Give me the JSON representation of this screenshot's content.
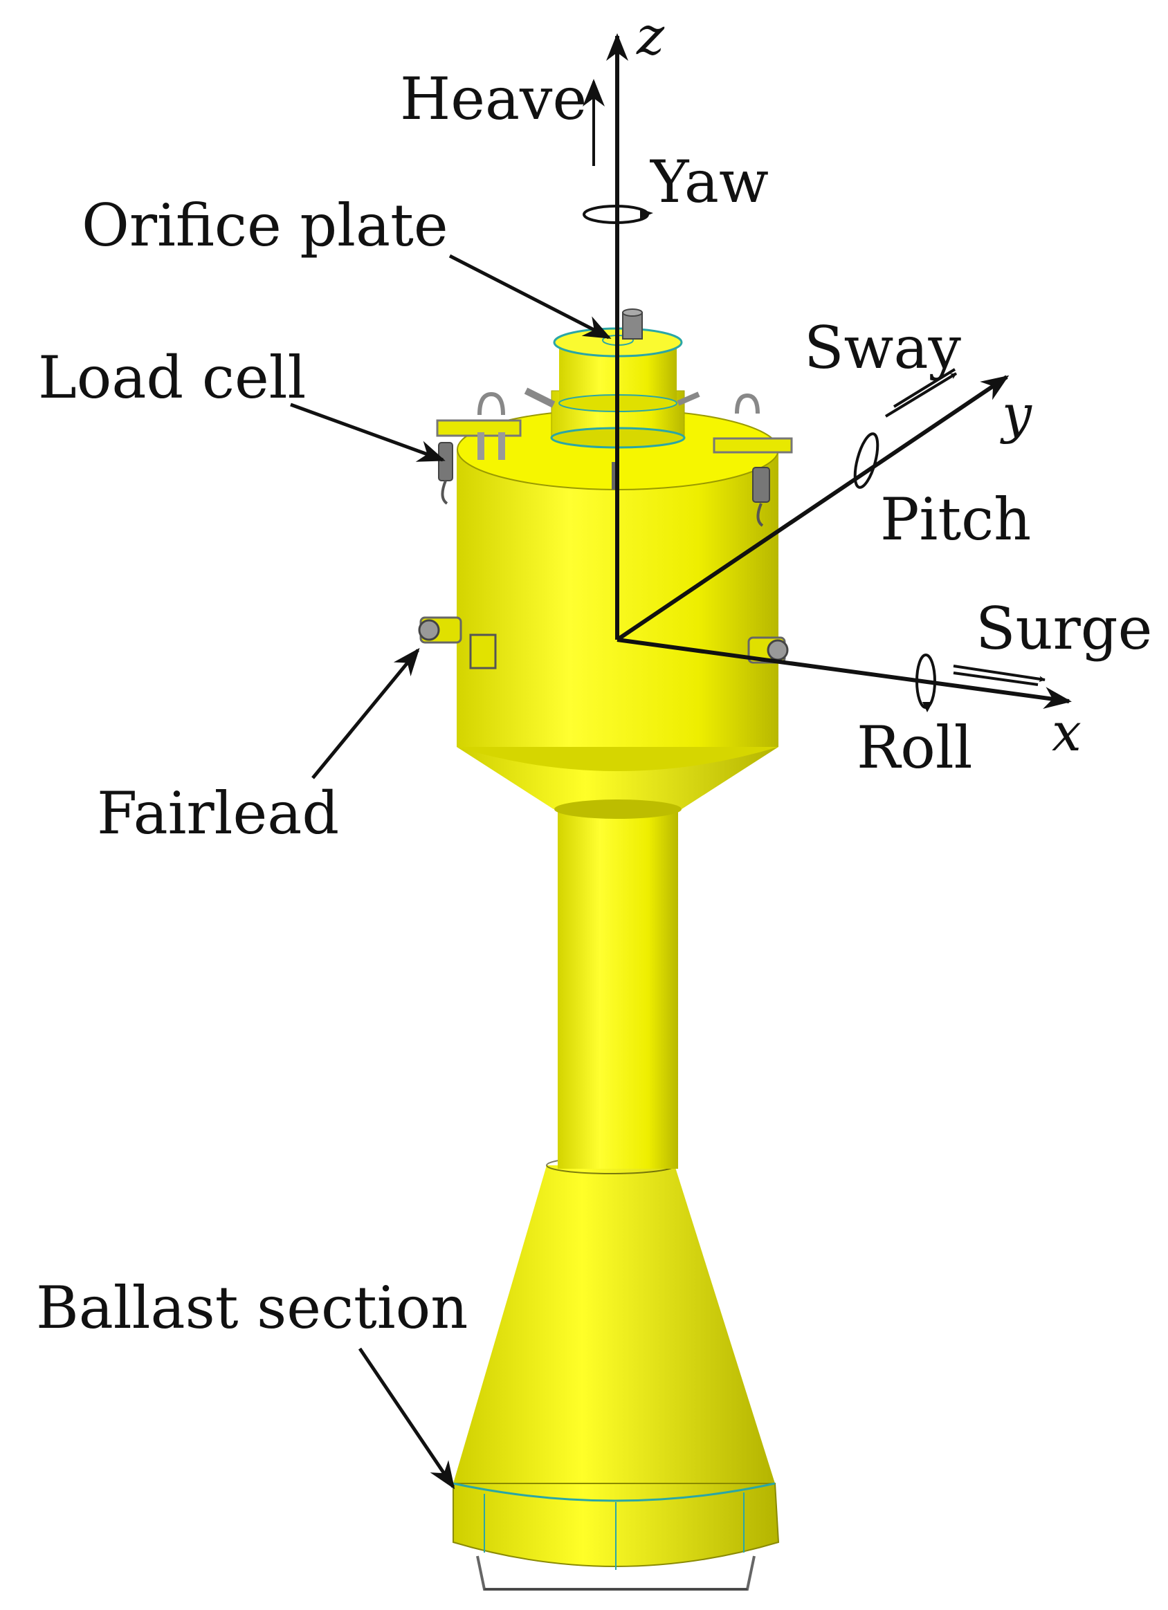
{
  "axes": {
    "z": "z",
    "y": "y",
    "x": "x"
  },
  "motions": {
    "heave": "Heave",
    "yaw": "Yaw",
    "sway": "Sway",
    "pitch": "Pitch",
    "surge": "Surge",
    "roll": "Roll"
  },
  "components": {
    "orifice_plate": "Orifice plate",
    "load_cell": "Load cell",
    "fairlead": "Fairlead",
    "ballast_section": "Ballast section"
  },
  "colors": {
    "body": "#f2f200",
    "shade": "#c8c800",
    "ink": "#111111",
    "seam": "#2aa6a6"
  }
}
